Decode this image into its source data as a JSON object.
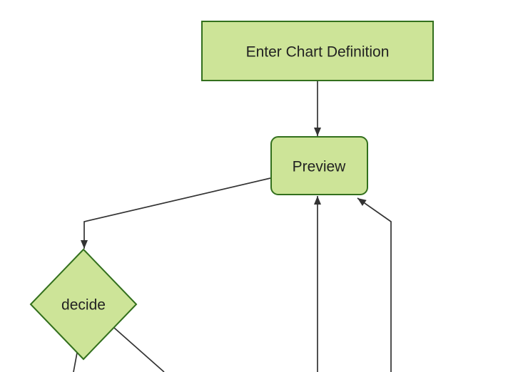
{
  "diagram": {
    "type": "flowchart",
    "direction": "top-to-bottom",
    "nodes": [
      {
        "id": "enter-chart-definition",
        "shape": "rectangle",
        "label": "Enter Chart Definition"
      },
      {
        "id": "preview",
        "shape": "rounded-rectangle",
        "label": "Preview"
      },
      {
        "id": "decide",
        "shape": "diamond",
        "label": "decide"
      }
    ],
    "edges": [
      {
        "from": "enter-chart-definition",
        "to": "preview",
        "arrowhead": true
      },
      {
        "from": "preview",
        "to": "decide",
        "arrowhead": true
      },
      {
        "from": "decide",
        "to": "offscreen-bottom-left",
        "arrowhead": false
      },
      {
        "from": "decide",
        "to": "offscreen-bottom-right",
        "arrowhead": false
      },
      {
        "from": "offscreen-bottom-center",
        "to": "preview",
        "arrowhead": true
      },
      {
        "from": "offscreen-bottom-right",
        "to": "preview",
        "arrowhead": true
      }
    ]
  },
  "theme": {
    "background": "#ffffff",
    "node_fill": "#cde498",
    "node_border": "#33701d",
    "edge_color": "#333333",
    "text_color": "#222222"
  }
}
